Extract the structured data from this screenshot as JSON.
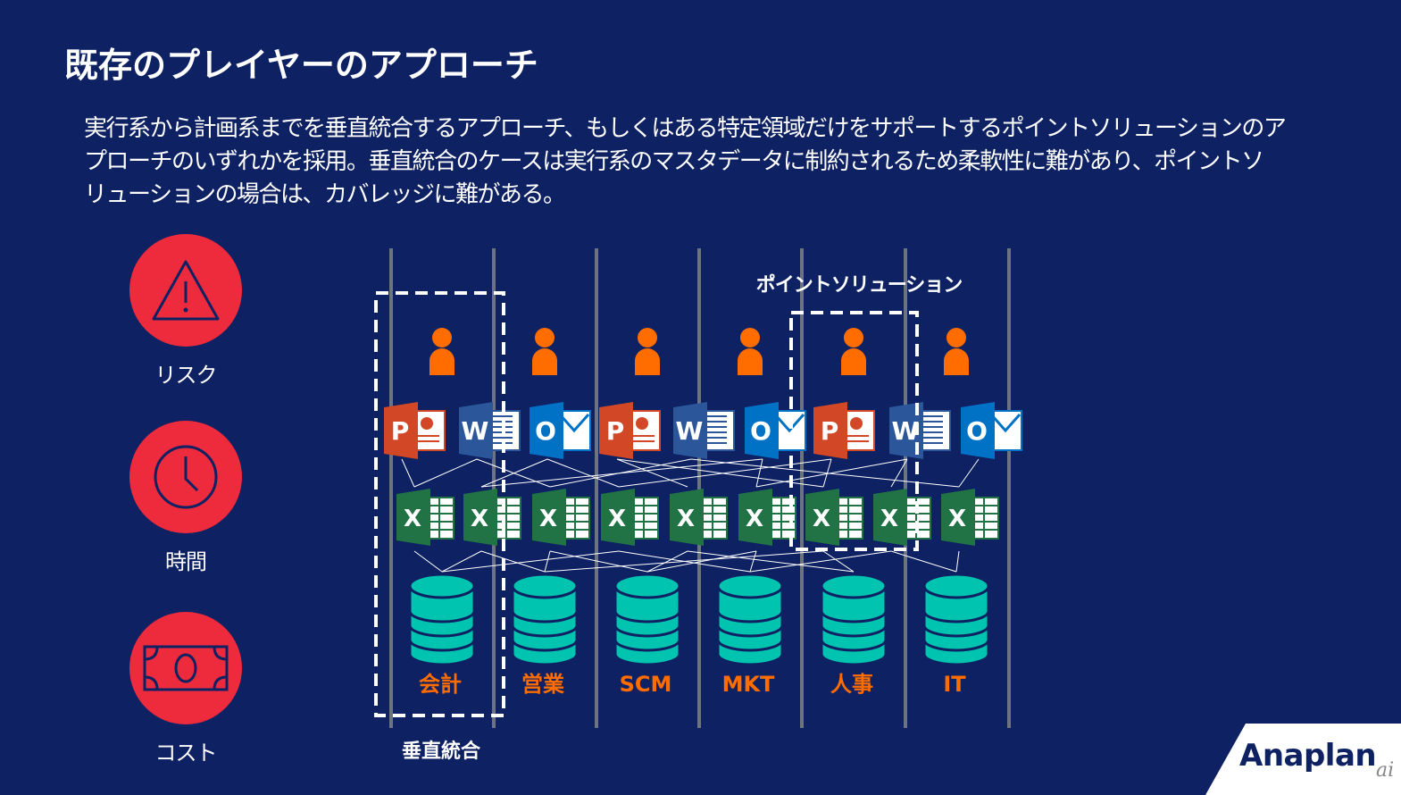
{
  "slide": {
    "title": "既存のプレイヤーのアプローチ",
    "description_lines": [
      "実行系から計画系までを垂直統合するアプローチ、もしくはある特定領域だけをサポートするポイントソリューションのア",
      "プローチのいずれかを採用。垂直統合のケースは実行系のマスタデータに制約されるため柔軟性に難があり、ポイントソ",
      "リューションの場合は、カバレッジに難がある。"
    ]
  },
  "risks": [
    {
      "label": "リスク",
      "icon": "warning-icon"
    },
    {
      "label": "時間",
      "icon": "clock-icon"
    },
    {
      "label": "コスト",
      "icon": "banknote-icon"
    }
  ],
  "diagram": {
    "columns": [
      "会計",
      "営業",
      "SCM",
      "MKT",
      "人事",
      "IT"
    ],
    "office_apps_row": [
      "P",
      "W",
      "O",
      "P",
      "W",
      "O",
      "P",
      "W",
      "O"
    ],
    "excel_count": 9,
    "vertical_label": "垂直統合",
    "point_label": "ポイントソリューション"
  },
  "colors": {
    "background": "#0d2163",
    "risk_red": "#ee2a3d",
    "person_orange": "#ff6d00",
    "db_teal": "#00c4b0",
    "excel_green": "#217346",
    "word_blue": "#2b579a",
    "ppt_red": "#d24726",
    "outlook_blue": "#0072c6",
    "divider_gray": "#6b7480"
  },
  "brand": {
    "logo": "Anaplan",
    "watermark": "ai"
  }
}
